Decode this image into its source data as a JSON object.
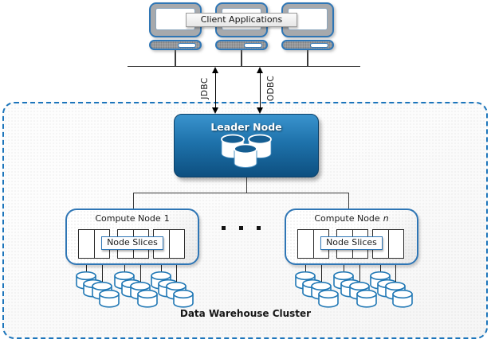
{
  "client_applications": {
    "label": "Client Applications",
    "monitor_count": 3
  },
  "protocols": {
    "jdbc_label": "JDBC",
    "odbc_label": "ODBC"
  },
  "leader_node": {
    "label": "Leader Node"
  },
  "compute_nodes": [
    {
      "name_prefix": "Compute Node",
      "name_suffix": "1",
      "slices_label": "Node Slices"
    },
    {
      "name_prefix": "Compute Node",
      "name_suffix": "n",
      "slices_label": "Node Slices"
    }
  ],
  "cluster": {
    "label": "Data Warehouse Cluster"
  },
  "icons": {
    "client_computer": "monitor-with-keyboard-icon",
    "leader_storage": "database-cylinders-icon",
    "node_storage": "disk-stack-icon",
    "more_nodes": "ellipsis-squares-icon"
  },
  "colors": {
    "accent_blue": "#1c75bb",
    "leader_gradient_top": "#3a93cd",
    "leader_gradient_bottom": "#0d4f80",
    "monitor_body_gray": "#a7a9ac",
    "connector_dark": "#3b3b3b"
  }
}
